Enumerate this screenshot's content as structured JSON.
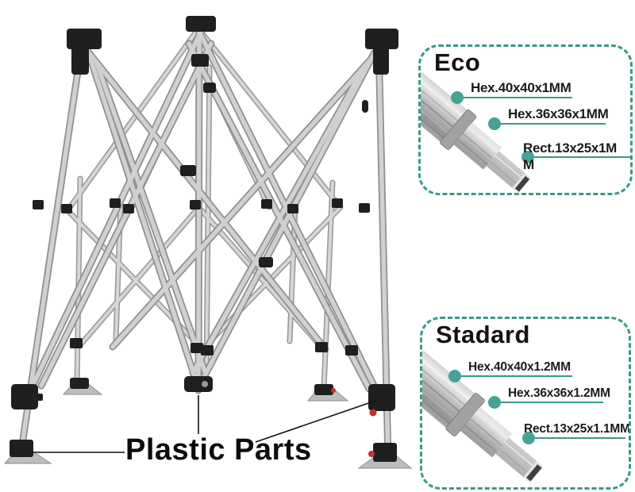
{
  "canvas": {
    "background": "#ffffff"
  },
  "frame": {
    "label": "Plastic Parts",
    "description": "folding-canopy-frame-illustration"
  },
  "callouts": [
    {
      "title": "Eco",
      "specs": [
        {
          "label": "Hex.40x40x1MM"
        },
        {
          "label": "Hex.36x36x1MM"
        },
        {
          "label": "Rect.13x25x1MM"
        }
      ]
    },
    {
      "title": "Stadard",
      "specs": [
        {
          "label": "Hex.40x40x1.2MM"
        },
        {
          "label": "Hex.36x36x1.2MM"
        },
        {
          "label": "Rect.13x25x1.1MM"
        }
      ]
    }
  ],
  "icons": {
    "callout_dot": "filled-circle",
    "leader_lines": "annotation-pointer-lines"
  },
  "colors": {
    "callout_border": "#37998a",
    "callout_dot": "#46a295",
    "spec_underline": "#37998a",
    "spec_text": "#1b1b1b",
    "title_text": "#141414",
    "frame_label_text": "#0c0c0c",
    "tube_gray": "#c9c9c9",
    "plastic_black": "#1f1f1f",
    "red_pin": "#c53030"
  }
}
